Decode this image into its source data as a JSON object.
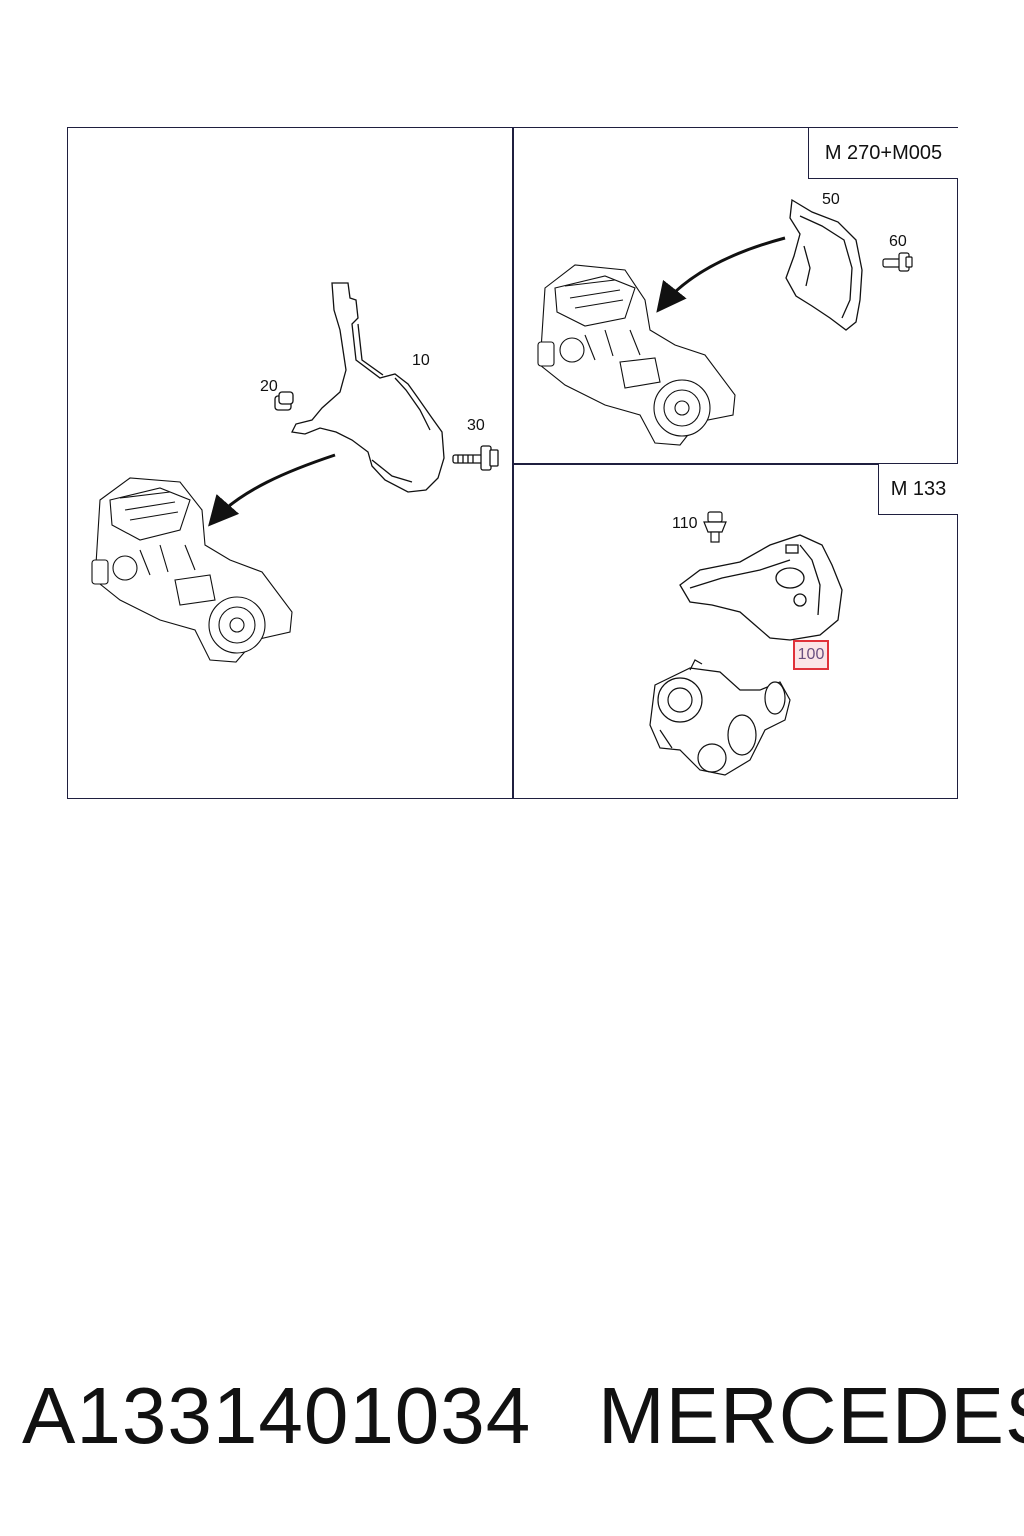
{
  "panels": {
    "top_right_model": "M 270+M005",
    "bottom_right_model": "M 133"
  },
  "callouts": {
    "c10": "10",
    "c20": "20",
    "c30": "30",
    "c50": "50",
    "c60": "60",
    "c100": "100",
    "c110": "110"
  },
  "footer": {
    "part_number": "A1331401034",
    "brand": "MERCEDES"
  },
  "colors": {
    "frame": "#1f1f3f",
    "highlight": "#e0323a"
  }
}
